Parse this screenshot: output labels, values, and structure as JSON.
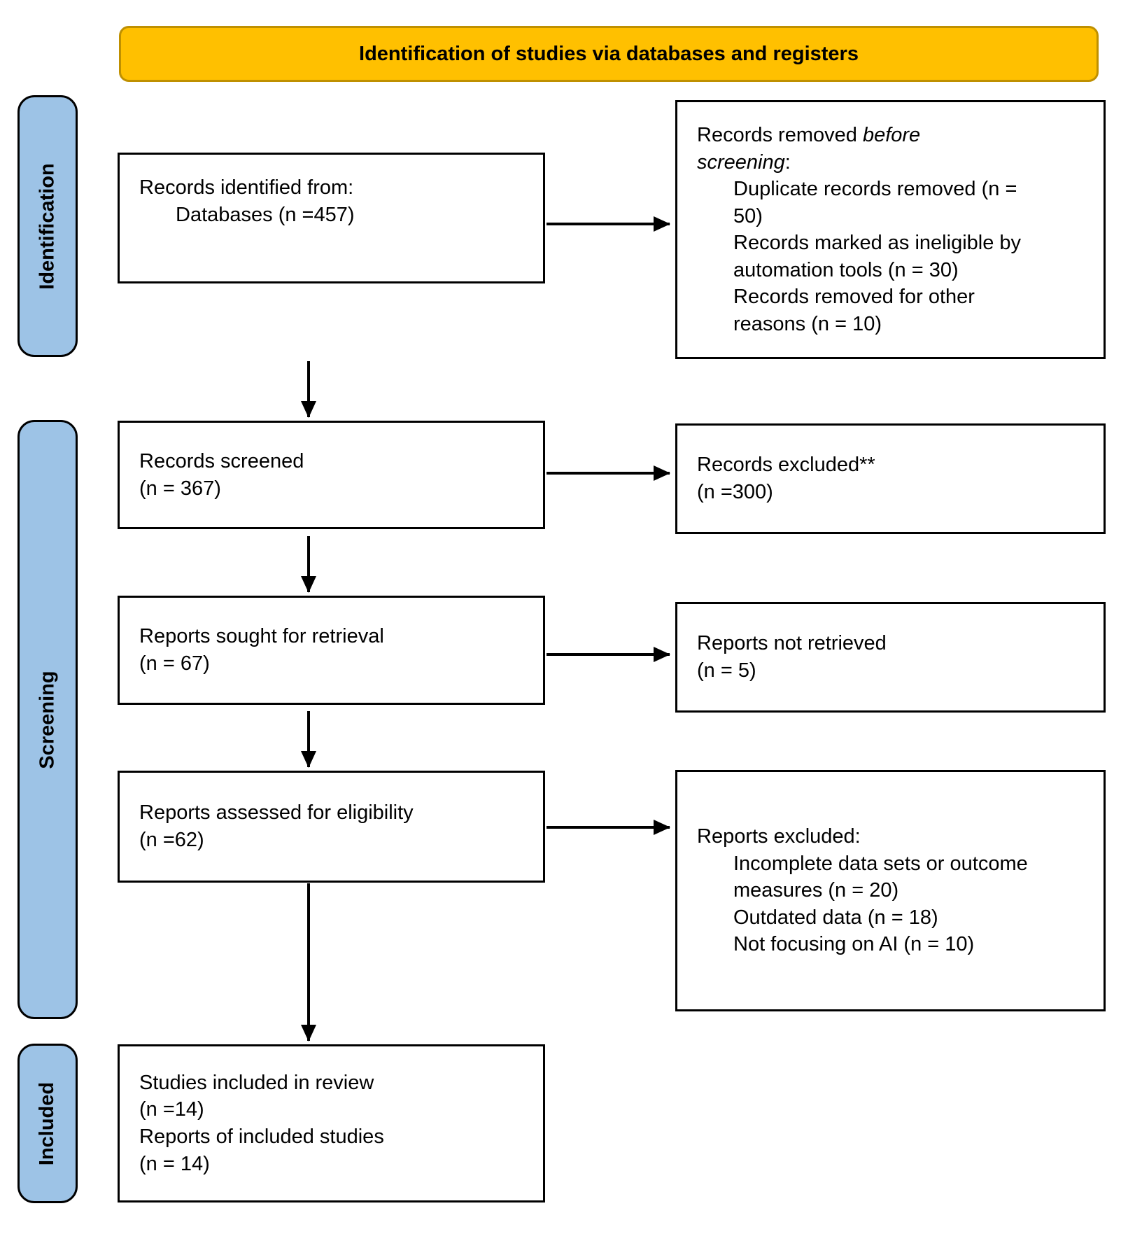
{
  "colors": {
    "banner_fill": "#FFC000",
    "banner_border": "#BF9000",
    "stage_fill": "#9DC3E6",
    "line_color": "#000000"
  },
  "banner": {
    "title": "Identification of studies via databases and registers"
  },
  "stages": [
    {
      "label": "Identification"
    },
    {
      "label": "Screening"
    },
    {
      "label": "Included"
    }
  ],
  "flow": {
    "identified": {
      "lines": [
        "Records identified from:"
      ],
      "items": [
        "Databases (n =457)"
      ]
    },
    "removed": {
      "line1_plain": "Records removed ",
      "line1_italic": "before",
      "line2_italic": "screening",
      "line2_suffix": ":",
      "items": [
        "Duplicate records removed (n = 50)",
        "Records marked as ineligible by automation tools (n = 30)",
        "Records removed for other reasons (n = 10)"
      ]
    },
    "screened": {
      "lines": [
        "Records screened",
        "(n = 367)"
      ]
    },
    "excluded": {
      "lines": [
        "Records excluded**",
        "(n =300)"
      ]
    },
    "sought": {
      "lines": [
        "Reports sought for retrieval",
        "(n = 67)"
      ]
    },
    "not_retrieved": {
      "lines": [
        "Reports not retrieved",
        "(n = 5)"
      ]
    },
    "assessed": {
      "lines": [
        "Reports assessed for eligibility",
        "(n =62)"
      ]
    },
    "reports_excluded": {
      "lead": "Reports excluded:",
      "items": [
        "Incomplete data sets or outcome measures (n = 20)",
        "Outdated data (n = 18)",
        "Not focusing on AI (n = 10)"
      ]
    },
    "included": {
      "lines": [
        "Studies included in review",
        "(n =14)",
        "Reports of included studies",
        "(n = 14)"
      ]
    }
  }
}
